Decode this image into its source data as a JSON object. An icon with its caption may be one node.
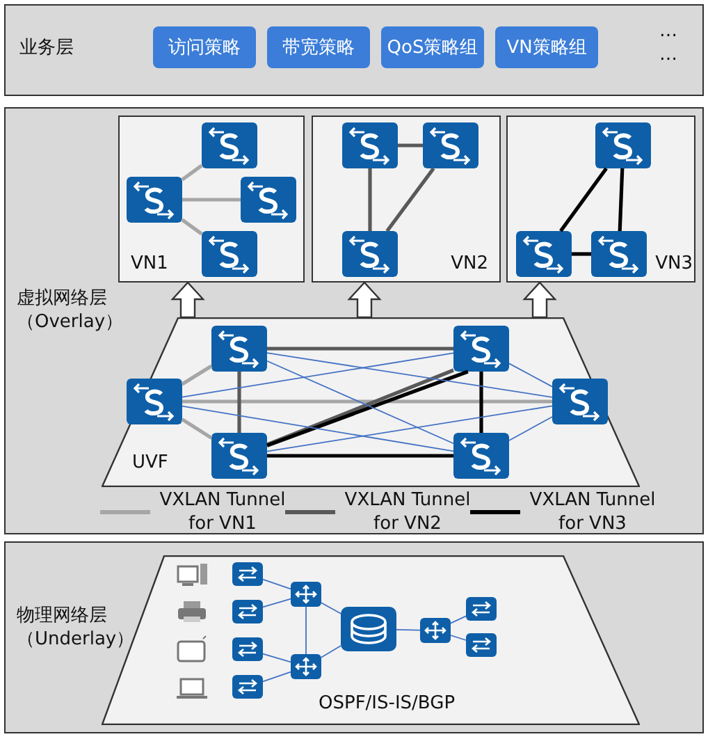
{
  "diagram": {
    "nodes": [
      {
        "text": [
          "业务层"
        ]
      },
      {
        "text": [
          "访问策略"
        ],
        "in": 0
      },
      {
        "text": [
          "带宽策略"
        ],
        "in": 0
      },
      {
        "text": [
          "QoS策略组"
        ],
        "in": 0
      },
      {
        "text": [
          "VN策略组"
        ],
        "in": 0
      },
      {
        "text": [
          "虚拟网络层（Overlay）"
        ]
      },
      {
        "text": [
          "VN1"
        ],
        "in": 5
      },
      {
        "text": [],
        "shape": "box",
        "in": 6
      },
      {
        "text": [],
        "shape": "box",
        "in": 6
      },
      {
        "text": [],
        "shape": "box",
        "in": 6
      },
      {
        "text": [],
        "shape": "box",
        "in": 6
      },
      {
        "text": [
          "VN2"
        ],
        "in": 5
      },
      {
        "text": [],
        "shape": "box",
        "in": 11
      },
      {
        "text": [],
        "shape": "box",
        "in": 11
      },
      {
        "text": [],
        "shape": "box",
        "in": 11
      },
      {
        "text": [
          "VN3"
        ],
        "in": 5
      },
      {
        "text": [],
        "shape": "box",
        "in": 15
      },
      {
        "text": [],
        "shape": "box",
        "in": 15
      },
      {
        "text": [],
        "shape": "box",
        "in": 15
      },
      {
        "text": [
          "UVF"
        ],
        "in": 5
      },
      {
        "text": [],
        "shape": "box",
        "in": 19
      },
      {
        "text": [],
        "shape": "box",
        "in": 19
      },
      {
        "text": [],
        "shape": "box",
        "in": 19
      },
      {
        "text": [],
        "shape": "box",
        "in": 19
      },
      {
        "text": [],
        "shape": "box",
        "in": 19
      },
      {
        "text": [],
        "shape": "box",
        "in": 19
      },
      {
        "text": [
          "物理网络层（Underlay）"
        ]
      },
      {
        "text": [
          "OSPF/IS-IS/BGP"
        ],
        "in": 26
      },
      {
        "text": [],
        "shape": "box",
        "in": 27
      },
      {
        "text": [],
        "shape": "box",
        "in": 27
      },
      {
        "text": [],
        "shape": "box",
        "in": 27
      },
      {
        "text": [],
        "shape": "box",
        "in": 27
      },
      {
        "text": [],
        "shape": "box",
        "in": 27
      },
      {
        "text": [],
        "shape": "box",
        "in": 27
      },
      {
        "text": [],
        "shape": "box",
        "in": 27
      },
      {
        "text": [],
        "shape": "box",
        "in": 27
      },
      {
        "text": [],
        "shape": "box",
        "in": 27
      },
      {
        "text": [],
        "shape": "box",
        "in": 27
      }
    ],
    "edges": [
      {
        "from": 19,
        "to": 6,
        "arrow": "to",
        "style": "thick"
      },
      {
        "from": 19,
        "to": 11,
        "arrow": "to",
        "style": "thick"
      },
      {
        "from": 19,
        "to": 15,
        "arrow": "to",
        "style": "thick"
      },
      {
        "from": 7,
        "to": 8,
        "arrow": "none",
        "color": "#a6a6a6"
      },
      {
        "from": 7,
        "to": 9,
        "arrow": "none",
        "color": "#a6a6a6"
      },
      {
        "from": 7,
        "to": 10,
        "arrow": "none",
        "color": "#a6a6a6"
      },
      {
        "from": 12,
        "to": 13,
        "arrow": "none",
        "color": "#595959"
      },
      {
        "from": 12,
        "to": 14,
        "arrow": "none",
        "color": "#595959"
      },
      {
        "from": 14,
        "to": 13,
        "arrow": "none",
        "color": "#595959"
      },
      {
        "from": 17,
        "to": 16,
        "arrow": "none",
        "color": "#000000"
      },
      {
        "from": 16,
        "to": 18,
        "arrow": "none",
        "color": "#000000"
      },
      {
        "from": 17,
        "to": 18,
        "arrow": "none",
        "color": "#000000"
      },
      {
        "from": 20,
        "to": 21,
        "arrow": "none",
        "color": "#a6a6a6"
      },
      {
        "from": 20,
        "to": 24,
        "arrow": "none",
        "color": "#a6a6a6"
      },
      {
        "from": 20,
        "to": 23,
        "arrow": "none",
        "color": "#a6a6a6"
      },
      {
        "from": 21,
        "to": 22,
        "arrow": "none",
        "color": "#595959"
      },
      {
        "from": 21,
        "to": 24,
        "arrow": "none",
        "color": "#595959"
      },
      {
        "from": 24,
        "to": 22,
        "arrow": "none",
        "color": "#595959"
      },
      {
        "from": 24,
        "to": 22,
        "arrow": "none",
        "color": "#000000"
      },
      {
        "from": 22,
        "to": 25,
        "arrow": "none",
        "color": "#000000"
      },
      {
        "from": 24,
        "to": 25,
        "arrow": "none",
        "color": "#000000"
      },
      {
        "from": 21,
        "to": 25,
        "arrow": "none",
        "color": "#4472c4"
      },
      {
        "from": 21,
        "to": 23,
        "arrow": "none",
        "color": "#4472c4"
      },
      {
        "from": 20,
        "to": 22,
        "arrow": "none",
        "color": "#4472c4"
      },
      {
        "from": 20,
        "to": 25,
        "arrow": "none",
        "color": "#4472c4"
      },
      {
        "from": 24,
        "to": 23,
        "arrow": "none",
        "color": "#4472c4"
      },
      {
        "from": 22,
        "to": 23,
        "arrow": "none",
        "color": "#4472c4"
      },
      {
        "from": 25,
        "to": 23,
        "arrow": "none",
        "color": "#4472c4"
      },
      {
        "from": 28,
        "to": 32,
        "arrow": "none",
        "color": "#4472c4"
      },
      {
        "from": 29,
        "to": 32,
        "arrow": "none",
        "color": "#4472c4"
      },
      {
        "from": 30,
        "to": 33,
        "arrow": "none",
        "color": "#4472c4"
      },
      {
        "from": 31,
        "to": 33,
        "arrow": "none",
        "color": "#4472c4"
      },
      {
        "from": 32,
        "to": 33,
        "arrow": "none",
        "color": "#4472c4"
      },
      {
        "from": 32,
        "to": 34,
        "arrow": "none",
        "color": "#4472c4"
      },
      {
        "from": 33,
        "to": 34,
        "arrow": "none",
        "color": "#4472c4"
      },
      {
        "from": 34,
        "to": 35,
        "arrow": "none",
        "color": "#4472c4"
      },
      {
        "from": 35,
        "to": 36,
        "arrow": "none",
        "color": "#4472c4"
      },
      {
        "from": 35,
        "to": 37,
        "arrow": "none",
        "color": "#4472c4"
      }
    ],
    "labels": [
      "…",
      "…"
    ],
    "legend": [
      {
        "text": "VXLAN Tunnel for VN1"
      },
      {
        "text": "VXLAN Tunnel for VN2"
      },
      {
        "text": "VXLAN Tunnel for VN3"
      }
    ]
  }
}
